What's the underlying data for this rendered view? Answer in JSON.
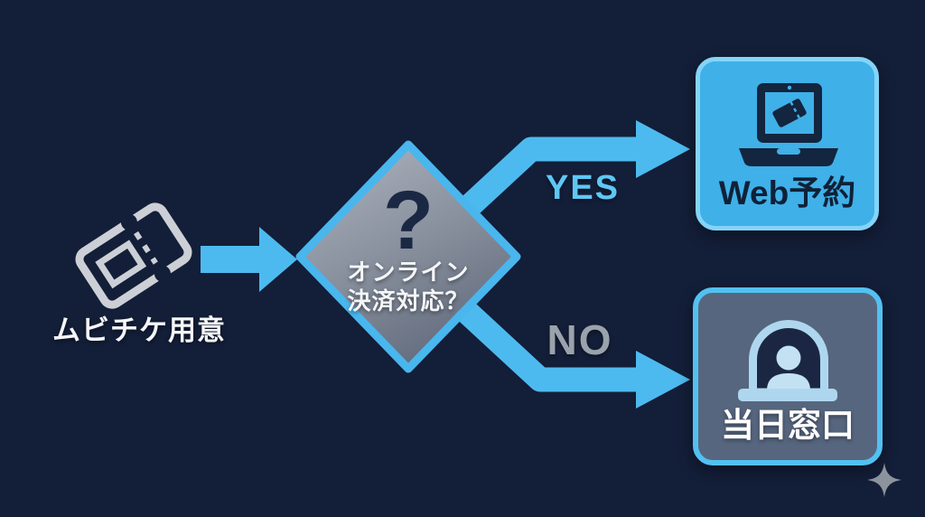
{
  "colors": {
    "background": "#131e38",
    "arrow_cyan": "#4dbaef",
    "diamond_border": "#49b6ed",
    "diamond_fill_top": "#a9afba",
    "diamond_fill_bottom": "#5d6678",
    "question_mark": "#1b2844",
    "yes_text": "#5ec7f4",
    "no_text": "#9aa2ac",
    "web_box_fill": "#3fb0e8",
    "web_box_border": "#84d4f7",
    "web_box_text": "#0f2138",
    "counter_box_fill": "#57667f",
    "counter_box_border": "#52c1f1",
    "counter_box_text": "#ffffff",
    "ticket_icon": "#ccd0d6",
    "laptop_icon": "#13253f",
    "window_icon": "#aed7ef",
    "person_icon": "#c2e2f4",
    "sparkle": "#8d939d",
    "label_white": "#f4f6f8"
  },
  "start": {
    "label": "ムビチケ用意",
    "icon": "ticket-icon"
  },
  "decision": {
    "mark": "?",
    "line1": "オンライン",
    "line2": "決済対応？"
  },
  "branches": {
    "yes": {
      "label": "YES"
    },
    "no": {
      "label": "NO"
    }
  },
  "outcomes": {
    "web": {
      "label": "Web予約",
      "icon": "laptop-ticket-icon"
    },
    "counter": {
      "label": "当日窓口",
      "icon": "ticket-window-icon"
    }
  },
  "decoration": {
    "sparkle": "sparkle-icon"
  },
  "flow": {
    "nodes": [
      "ムビチケ用意",
      "オンライン決済対応？",
      "Web予約",
      "当日窓口"
    ],
    "edges": [
      {
        "from": "ムビチケ用意",
        "to": "オンライン決済対応？",
        "label": ""
      },
      {
        "from": "オンライン決済対応？",
        "to": "Web予約",
        "label": "YES"
      },
      {
        "from": "オンライン決済対応？",
        "to": "当日窓口",
        "label": "NO"
      }
    ]
  }
}
